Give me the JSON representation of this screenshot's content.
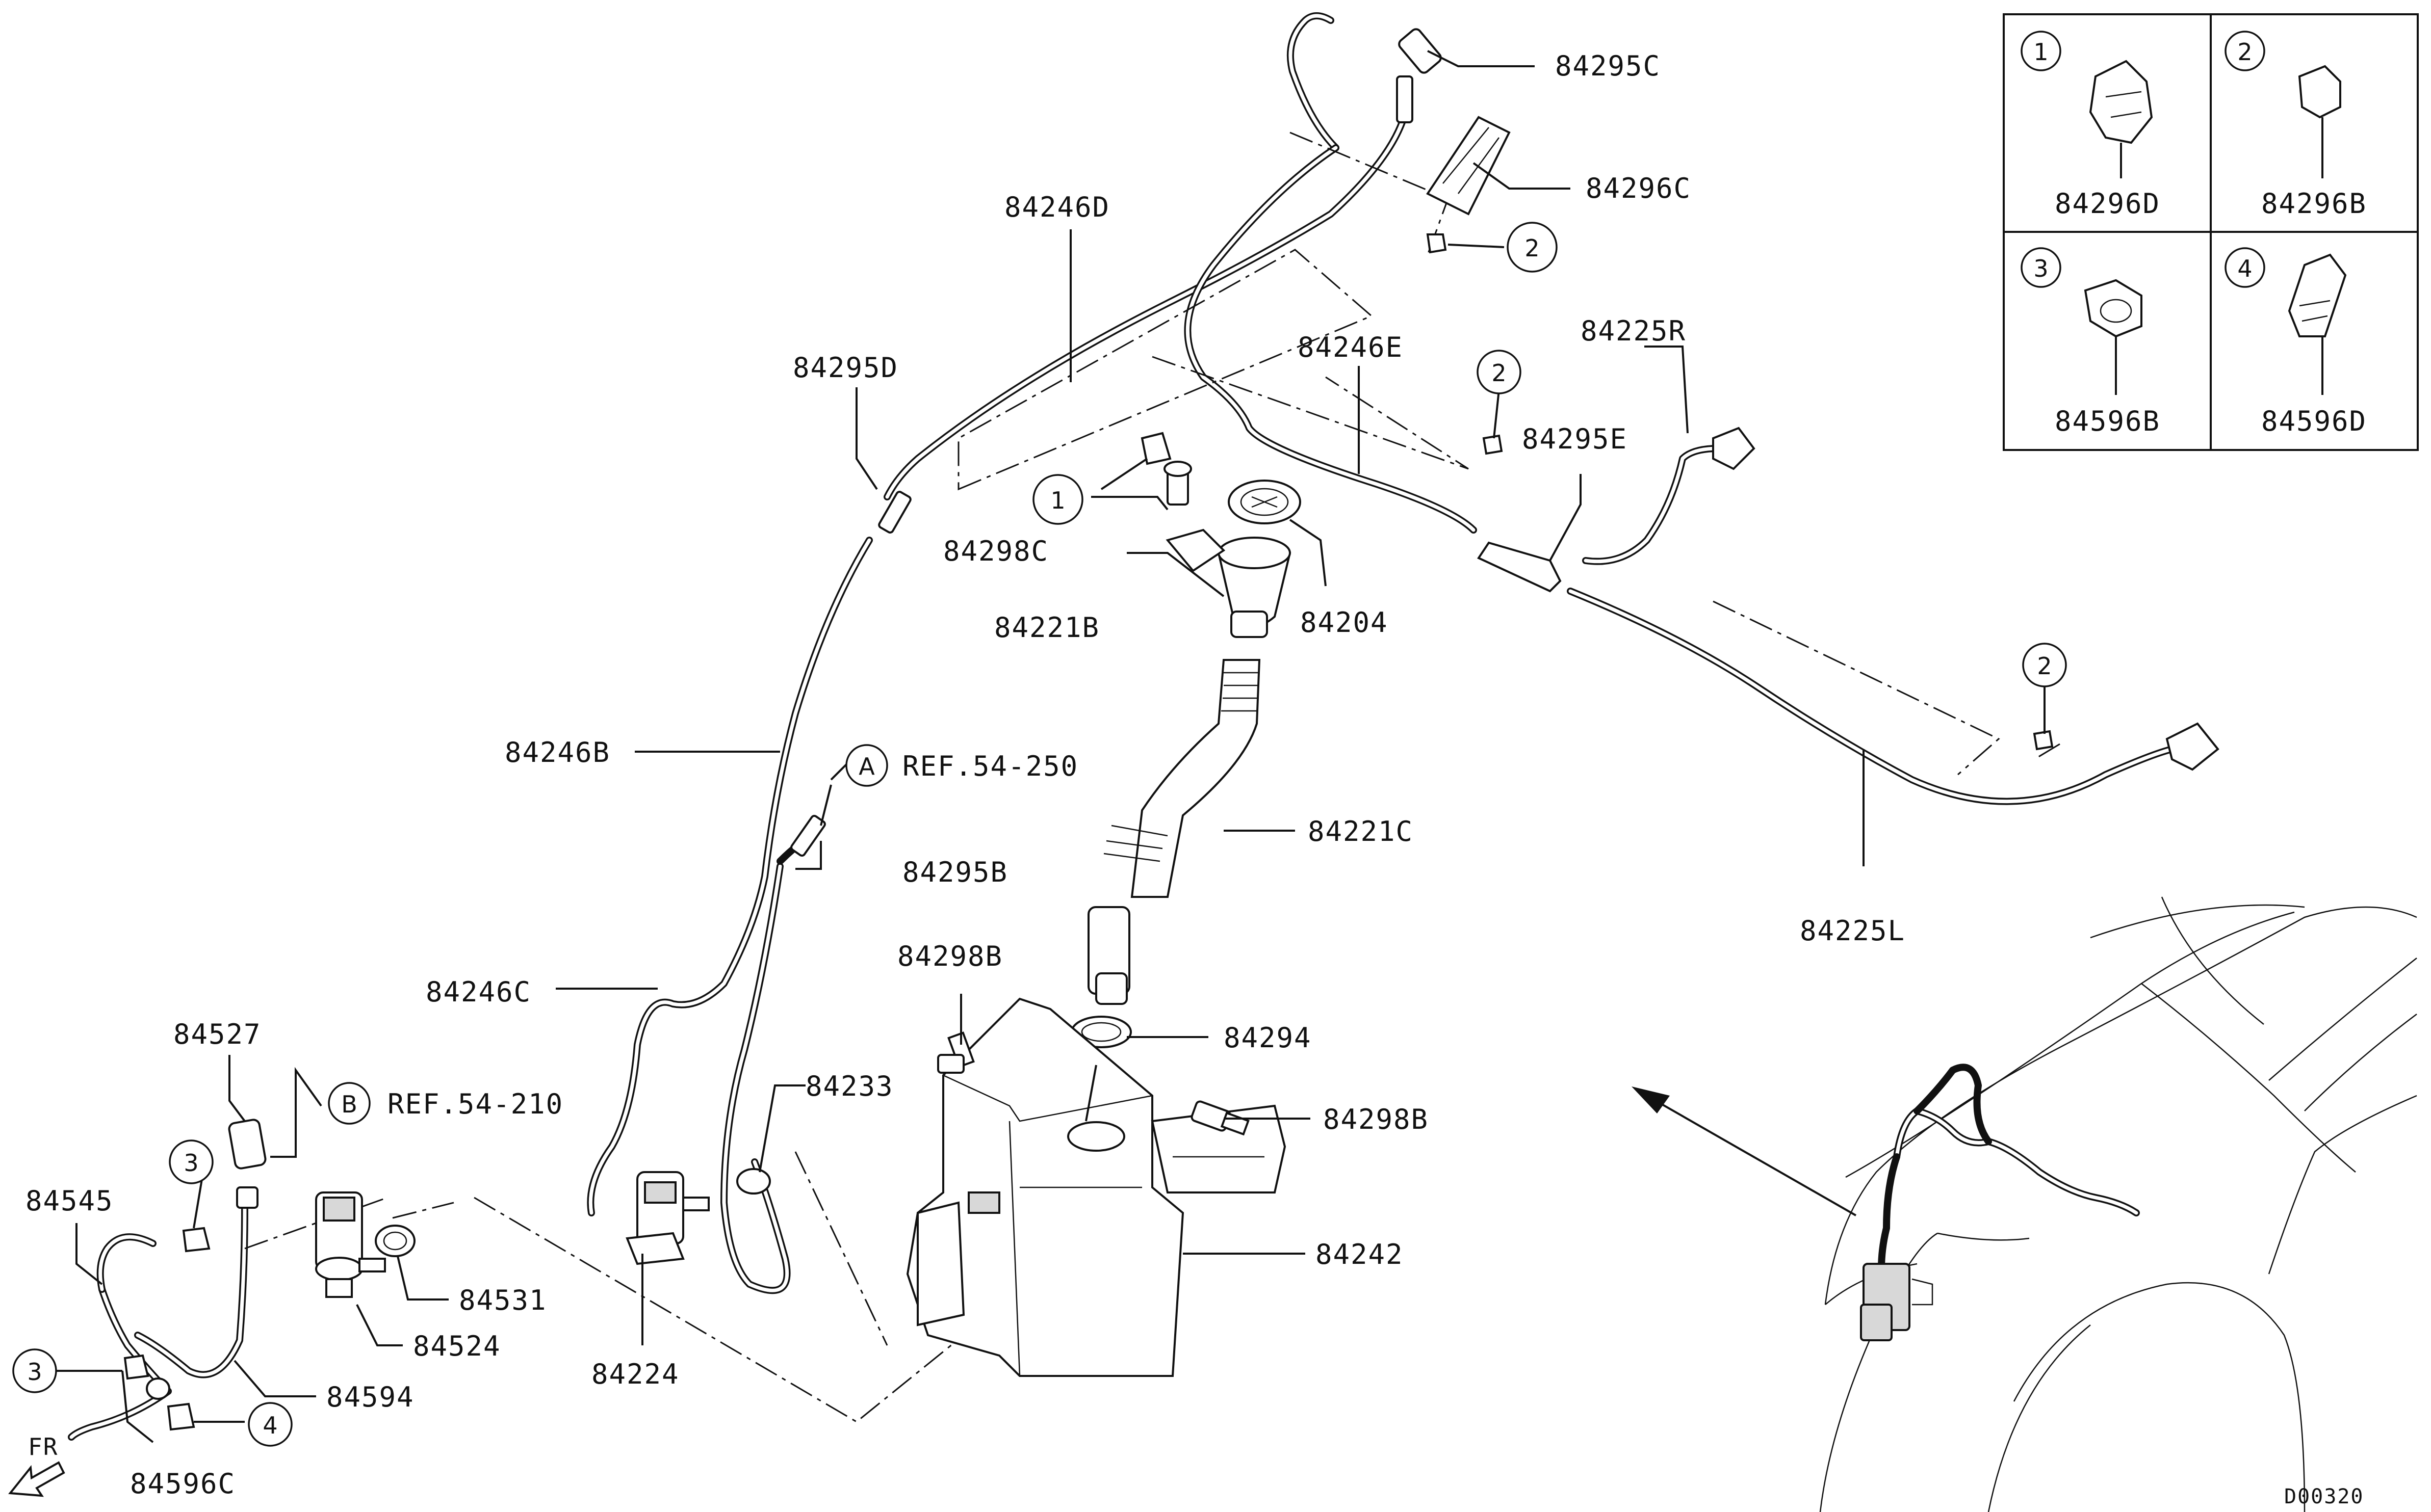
{
  "diagram": {
    "code": "D00320",
    "fr_marker": "FR",
    "part_labels": {
      "p84295C": "84295C",
      "p84296C": "84296C",
      "p84246D": "84246D",
      "p84246E": "84246E",
      "p84225R": "84225R",
      "p84295D": "84295D",
      "p84295E": "84295E",
      "p84298C": "84298C",
      "p84221B": "84221B",
      "p84204": "84204",
      "p84246B": "84246B",
      "p84221C": "84221C",
      "p84295B": "84295B",
      "p84225L": "84225L",
      "p84246C": "84246C",
      "p84298B_top": "84298B",
      "p84294": "84294",
      "p84298B_right": "84298B",
      "p84527": "84527",
      "p84233": "84233",
      "p84545": "84545",
      "p84242": "84242",
      "p84531": "84531",
      "p84524": "84524",
      "p84224": "84224",
      "p84594": "84594",
      "p84596C": "84596C"
    },
    "references": [
      {
        "marker": "A",
        "text": "REF.54-250"
      },
      {
        "marker": "B",
        "text": "REF.54-210"
      }
    ],
    "callouts": {
      "c1": "1",
      "c2a": "2",
      "c2b": "2",
      "c2c": "2",
      "c3a": "3",
      "c3b": "3",
      "c4": "4"
    },
    "legend": [
      {
        "number": "1",
        "part": "84296D"
      },
      {
        "number": "2",
        "part": "84296B"
      },
      {
        "number": "3",
        "part": "84596B"
      },
      {
        "number": "4",
        "part": "84596D"
      }
    ]
  }
}
